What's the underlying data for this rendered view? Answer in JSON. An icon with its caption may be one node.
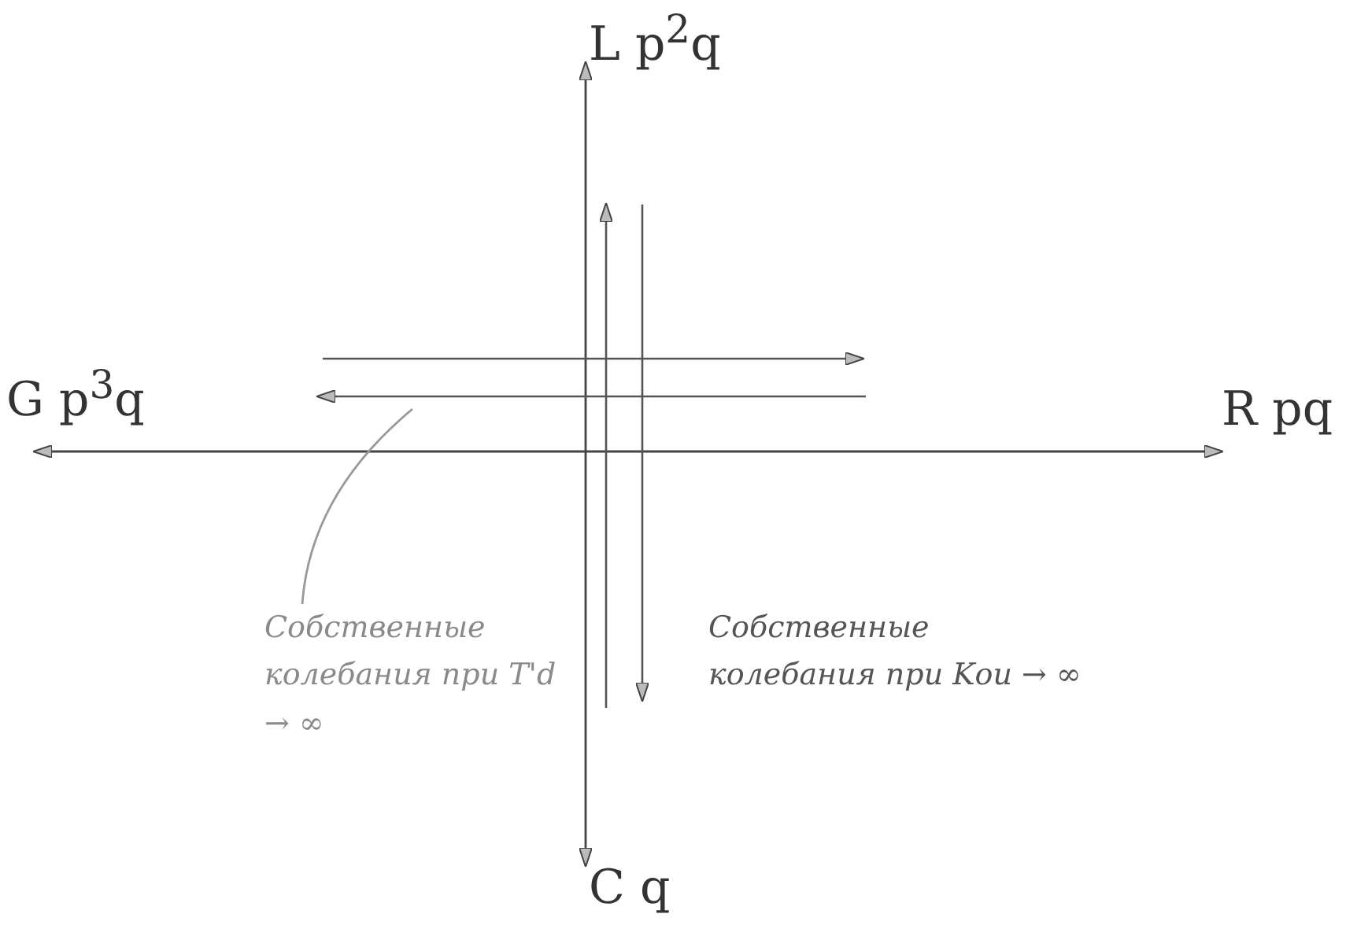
{
  "diagram": {
    "nodes": [
      {
        "text": [
          "L p$^{2}$q"
        ]
      },
      {
        "text": [
          "G p$^{3}$q"
        ]
      },
      {
        "text": [
          "R pq"
        ]
      },
      {
        "text": [
          "C q"
        ]
      },
      {
        "text": [
          "Собственные колебания при T'd → ∞"
        ]
      },
      {
        "text": [
          "Собственные колебания при Kои → ∞"
        ]
      },
      {
        "text": [],
        "shape": "arrow"
      }
    ],
    "edges": [
      {
        "from": 1,
        "to": 2,
        "arrow": "both"
      },
      {
        "from": 0,
        "to": 3,
        "arrow": "both"
      },
      {
        "from": 4,
        "to": 6,
        "arrow": "none"
      }
    ]
  }
}
